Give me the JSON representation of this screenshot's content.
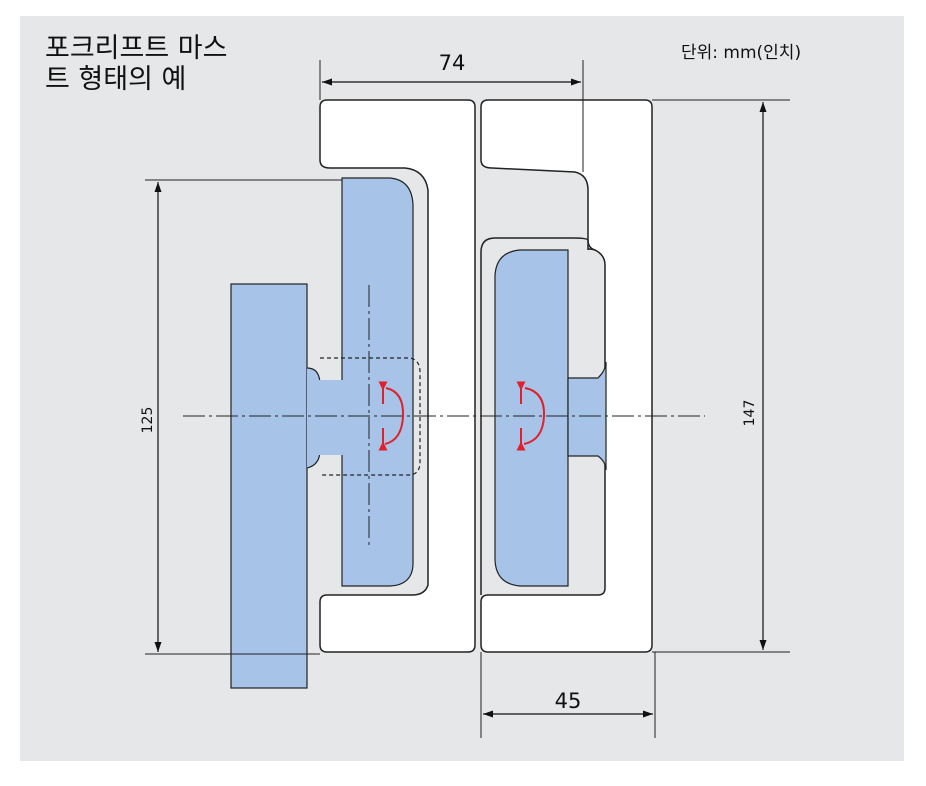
{
  "title": {
    "line1": "포크리프트 마스",
    "line2": "트 형태의 예"
  },
  "unit_label": "단위: mm(인치)",
  "dimensions": {
    "top_width": "74",
    "bottom_width": "45",
    "left_height": "125",
    "right_height": "147"
  },
  "colors": {
    "background": "#e6e7e8",
    "profile_fill": "#ffffff",
    "roller_fill": "#a7c4e8",
    "outline": "#222222",
    "rotation_arrow": "#e0202a"
  }
}
